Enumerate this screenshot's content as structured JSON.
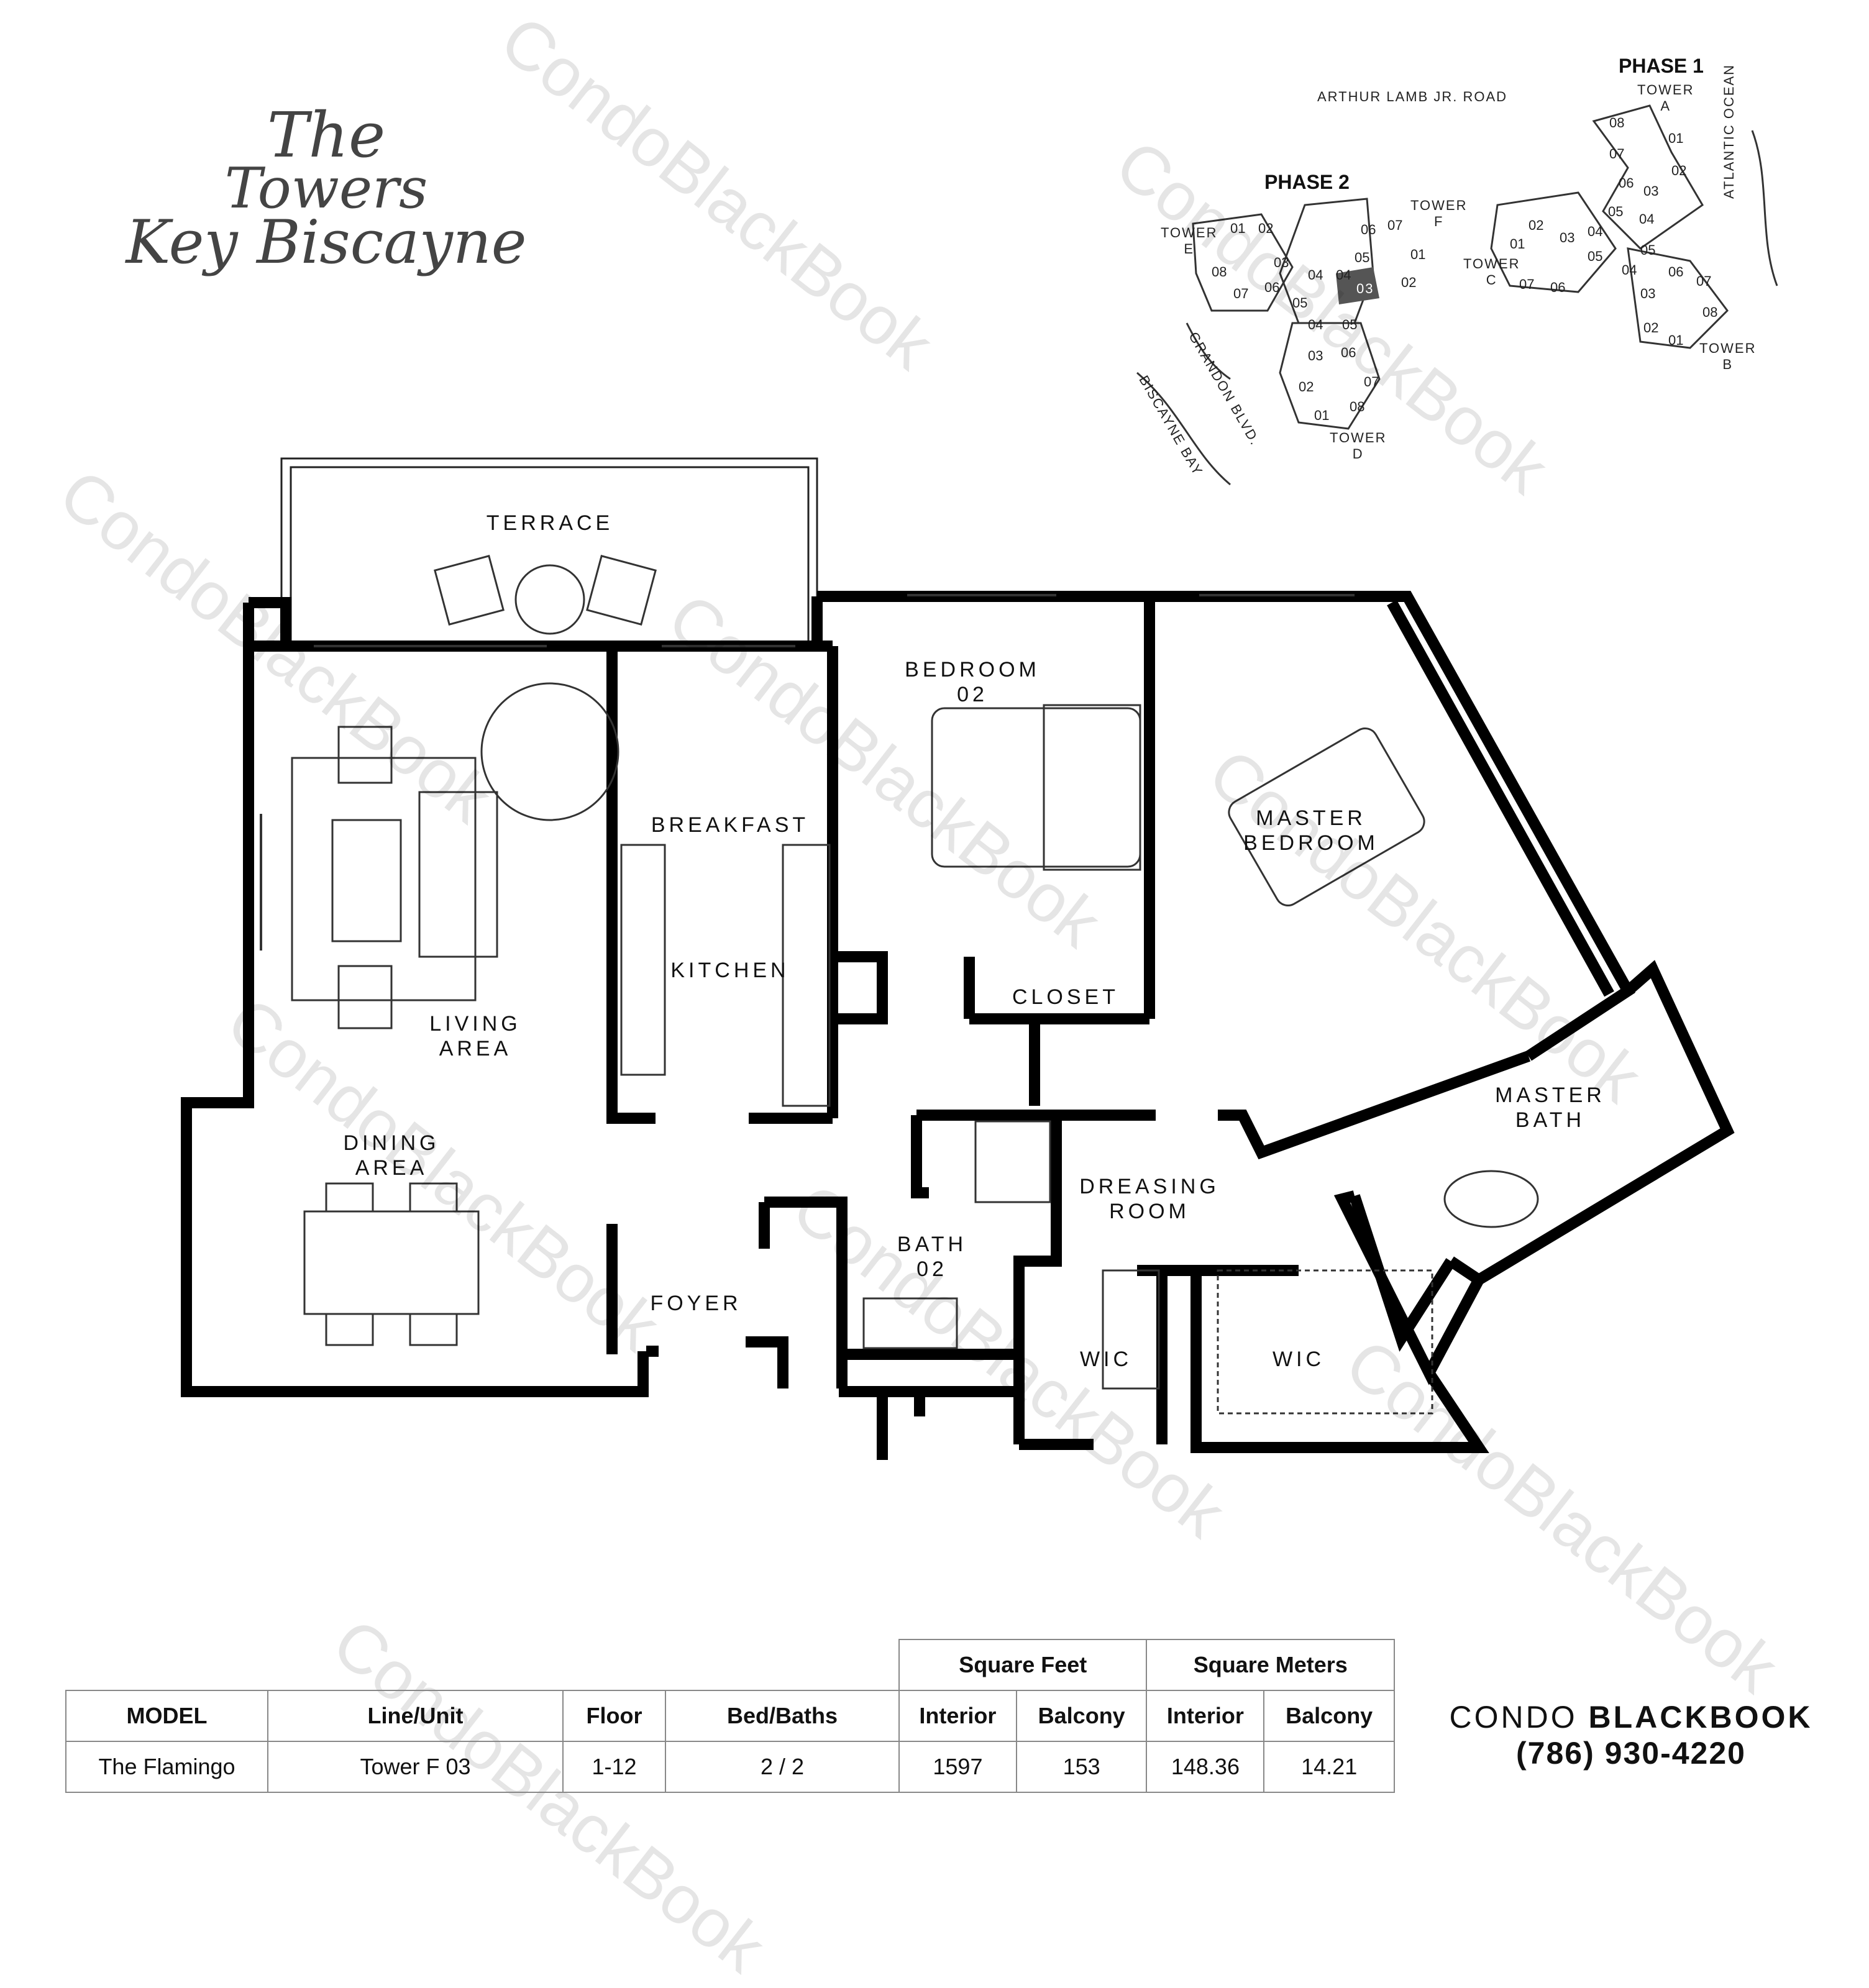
{
  "logo": {
    "line1": "The",
    "line2": "Towers",
    "line3": "Key Biscayne"
  },
  "watermark": "CondoBlackBook",
  "rooms": {
    "terrace": "TERRACE",
    "bedroom02": "BEDROOM\n02",
    "master_bedroom": "MASTER\nBEDROOM",
    "breakfast": "BREAKFAST",
    "kitchen": "KITCHEN",
    "closet": "CLOSET",
    "living_area": "LIVING\nAREA",
    "dining_area": "DINING\nAREA",
    "foyer": "FOYER",
    "bath02": "BATH\n02",
    "dreasing_room": "DREASING\nROOM",
    "master_bath": "MASTER\nBATH",
    "wic1": "WIC",
    "wic2": "WIC"
  },
  "sitemap": {
    "phase1": "PHASE 1",
    "phase2": "PHASE 2",
    "road": "ARTHUR LAMB JR. ROAD",
    "ocean": "ATLANTIC OCEAN",
    "blvd": "GRANDON BLVD.",
    "bay": "BISCAYNE BAY",
    "tower_a": "TOWER\nA",
    "tower_b": "TOWER\nB",
    "tower_c": "TOWER\nC",
    "tower_d": "TOWER\nD",
    "tower_e": "TOWER\nE",
    "tower_f": "TOWER\nF",
    "highlight_unit": "03",
    "units_a": [
      "08",
      "07",
      "01",
      "02",
      "06",
      "03",
      "05",
      "04"
    ],
    "units_b": [
      "05",
      "06",
      "04",
      "03",
      "07",
      "08",
      "02",
      "01"
    ],
    "units_c": [
      "02",
      "03",
      "04",
      "01",
      "05",
      "07",
      "06"
    ],
    "units_d": [
      "04",
      "05",
      "03",
      "06",
      "02",
      "07",
      "01",
      "08"
    ],
    "units_e": [
      "01",
      "02",
      "08",
      "03",
      "07",
      "06",
      "05",
      "04"
    ],
    "units_f": [
      "06",
      "07",
      "05",
      "01",
      "04",
      "02"
    ]
  },
  "table": {
    "group_sqft": "Square Feet",
    "group_sqm": "Square Meters",
    "headers": [
      "MODEL",
      "Line/Unit",
      "Floor",
      "Bed/Baths",
      "Interior",
      "Balcony",
      "Interior",
      "Balcony"
    ],
    "row": [
      "The Flamingo",
      "Tower F 03",
      "1-12",
      "2 / 2",
      "1597",
      "153",
      "148.36",
      "14.21"
    ]
  },
  "brand": {
    "name_light": "CONDO ",
    "name_bold": "BLACKBOOK",
    "phone": "(786) 930-4220"
  }
}
